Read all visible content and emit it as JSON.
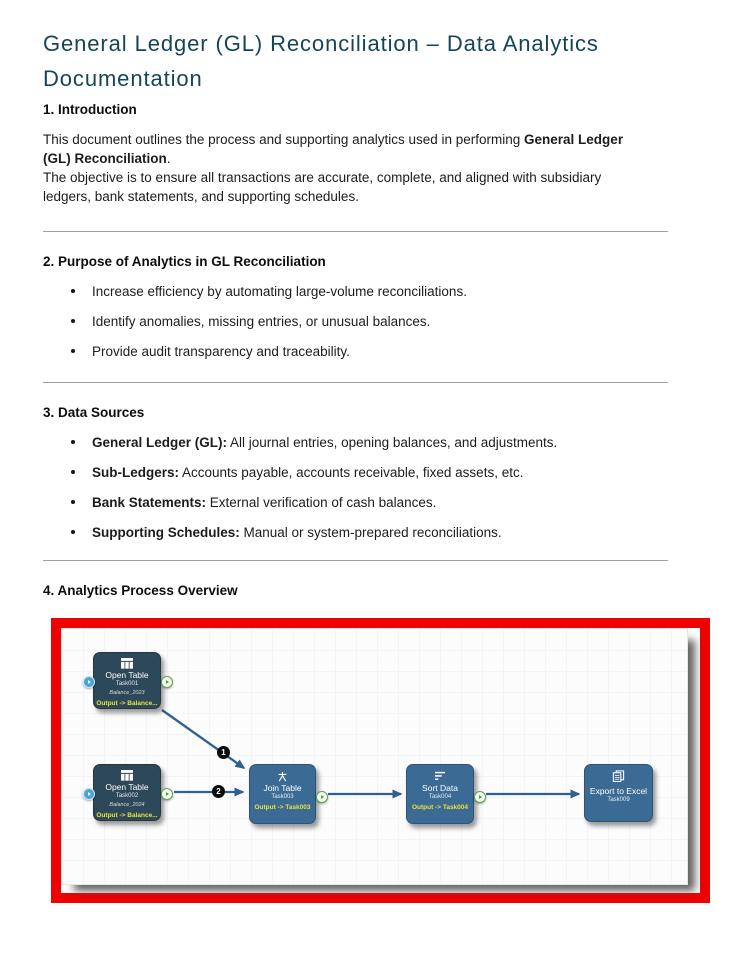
{
  "doc": {
    "title": "General Ledger (GL) Reconciliation – Data Analytics Documentation",
    "intro": {
      "heading": "1. Introduction",
      "p1_a": "This document outlines the process and supporting analytics used in performing ",
      "p1_b": "General Ledger (GL) Reconciliation",
      "p1_c": ".",
      "p2": "The objective is to ensure all transactions are accurate, complete, and aligned with subsidiary ledgers, bank statements, and supporting schedules."
    },
    "purpose": {
      "heading": "2. Purpose of Analytics in GL Reconciliation",
      "bullets": [
        "Increase efficiency by automating large-volume reconciliations.",
        "Identify anomalies, missing entries, or unusual balances.",
        "Provide audit transparency and traceability."
      ]
    },
    "sources": {
      "heading": "3. Data Sources",
      "items": [
        {
          "label": "General Ledger (GL):",
          "text": " All journal entries, opening balances, and adjustments."
        },
        {
          "label": "Sub-Ledgers:",
          "text": " Accounts payable, accounts receivable, fixed assets, etc."
        },
        {
          "label": "Bank Statements:",
          "text": " External verification of cash balances."
        },
        {
          "label": "Supporting Schedules:",
          "text": " Manual or system-prepared reconciliations."
        }
      ]
    },
    "process": {
      "heading": "4. Analytics Process Overview"
    }
  },
  "diagram": {
    "nodes": [
      {
        "title": "Open Table",
        "task": "Task001",
        "file": "Balance_2023",
        "output": "Output -> Balance...",
        "icon": "table-icon"
      },
      {
        "title": "Open Table",
        "task": "Task002",
        "file": "Balance_2024",
        "output": "Output -> Balance...",
        "icon": "table-icon"
      },
      {
        "title": "Join Table",
        "task": "Task003",
        "output": "Output -> Task003",
        "icon": "join-icon"
      },
      {
        "title": "Sort Data",
        "task": "Task004",
        "output": "Output -> Task004",
        "icon": "sort-icon"
      },
      {
        "title": "Export to Excel",
        "task": "Task009",
        "icon": "excel-copy-icon"
      }
    ],
    "edge_labels": [
      "1",
      "2"
    ],
    "colors": {
      "frame": "#ee0202",
      "node_dark": "#2d4858",
      "node_blue": "#3b6b94",
      "arrow": "#2e6090",
      "output_text": "#efe13a"
    }
  }
}
